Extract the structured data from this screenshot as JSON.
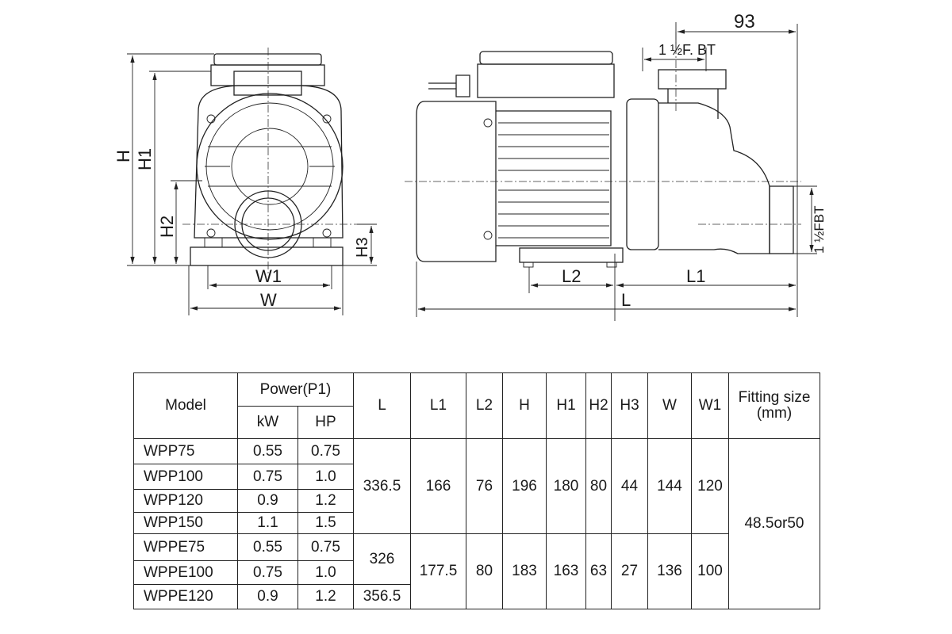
{
  "drawing": {
    "front_view": {
      "labels": {
        "H": "H",
        "H1": "H1",
        "H2": "H2",
        "H3": "H3",
        "W": "W",
        "W1": "W1"
      }
    },
    "side_view": {
      "labels": {
        "top_dim": "93",
        "inlet": "1 ½F. BT",
        "outlet": "1 ½FBT",
        "L": "L",
        "L1": "L1",
        "L2": "L2"
      }
    }
  },
  "table": {
    "headers": {
      "model": "Model",
      "power": "Power(P1)",
      "kw": "kW",
      "hp": "HP",
      "L": "L",
      "L1": "L1",
      "L2": "L2",
      "H": "H",
      "H1": "H1",
      "H2": "H2",
      "H3": "H3",
      "W": "W",
      "W1": "W1",
      "fitting": "Fitting size",
      "fitting_unit": "(mm)"
    },
    "rows": [
      {
        "model": "WPP75",
        "kw": "0.55",
        "hp": "0.75"
      },
      {
        "model": "WPP100",
        "kw": "0.75",
        "hp": "1.0"
      },
      {
        "model": "WPP120",
        "kw": "0.9",
        "hp": "1.2"
      },
      {
        "model": "WPP150",
        "kw": "1.1",
        "hp": "1.5"
      },
      {
        "model": "WPPE75",
        "kw": "0.55",
        "hp": "0.75"
      },
      {
        "model": "WPPE100",
        "kw": "0.75",
        "hp": "1.0"
      },
      {
        "model": "WPPE120",
        "kw": "0.9",
        "hp": "1.2"
      }
    ],
    "groups": {
      "wpp": {
        "L": "336.5",
        "L1": "166",
        "L2": "76",
        "H": "196",
        "H1": "180",
        "H2": "80",
        "H3": "44",
        "W": "144",
        "W1": "120"
      },
      "wppe": {
        "L_a": "326",
        "L_b": "356.5",
        "L1": "177.5",
        "L2": "80",
        "H": "183",
        "H1": "163",
        "H2": "63",
        "H3": "27",
        "W": "136",
        "W1": "100"
      }
    },
    "fitting_value": "48.5or50"
  }
}
